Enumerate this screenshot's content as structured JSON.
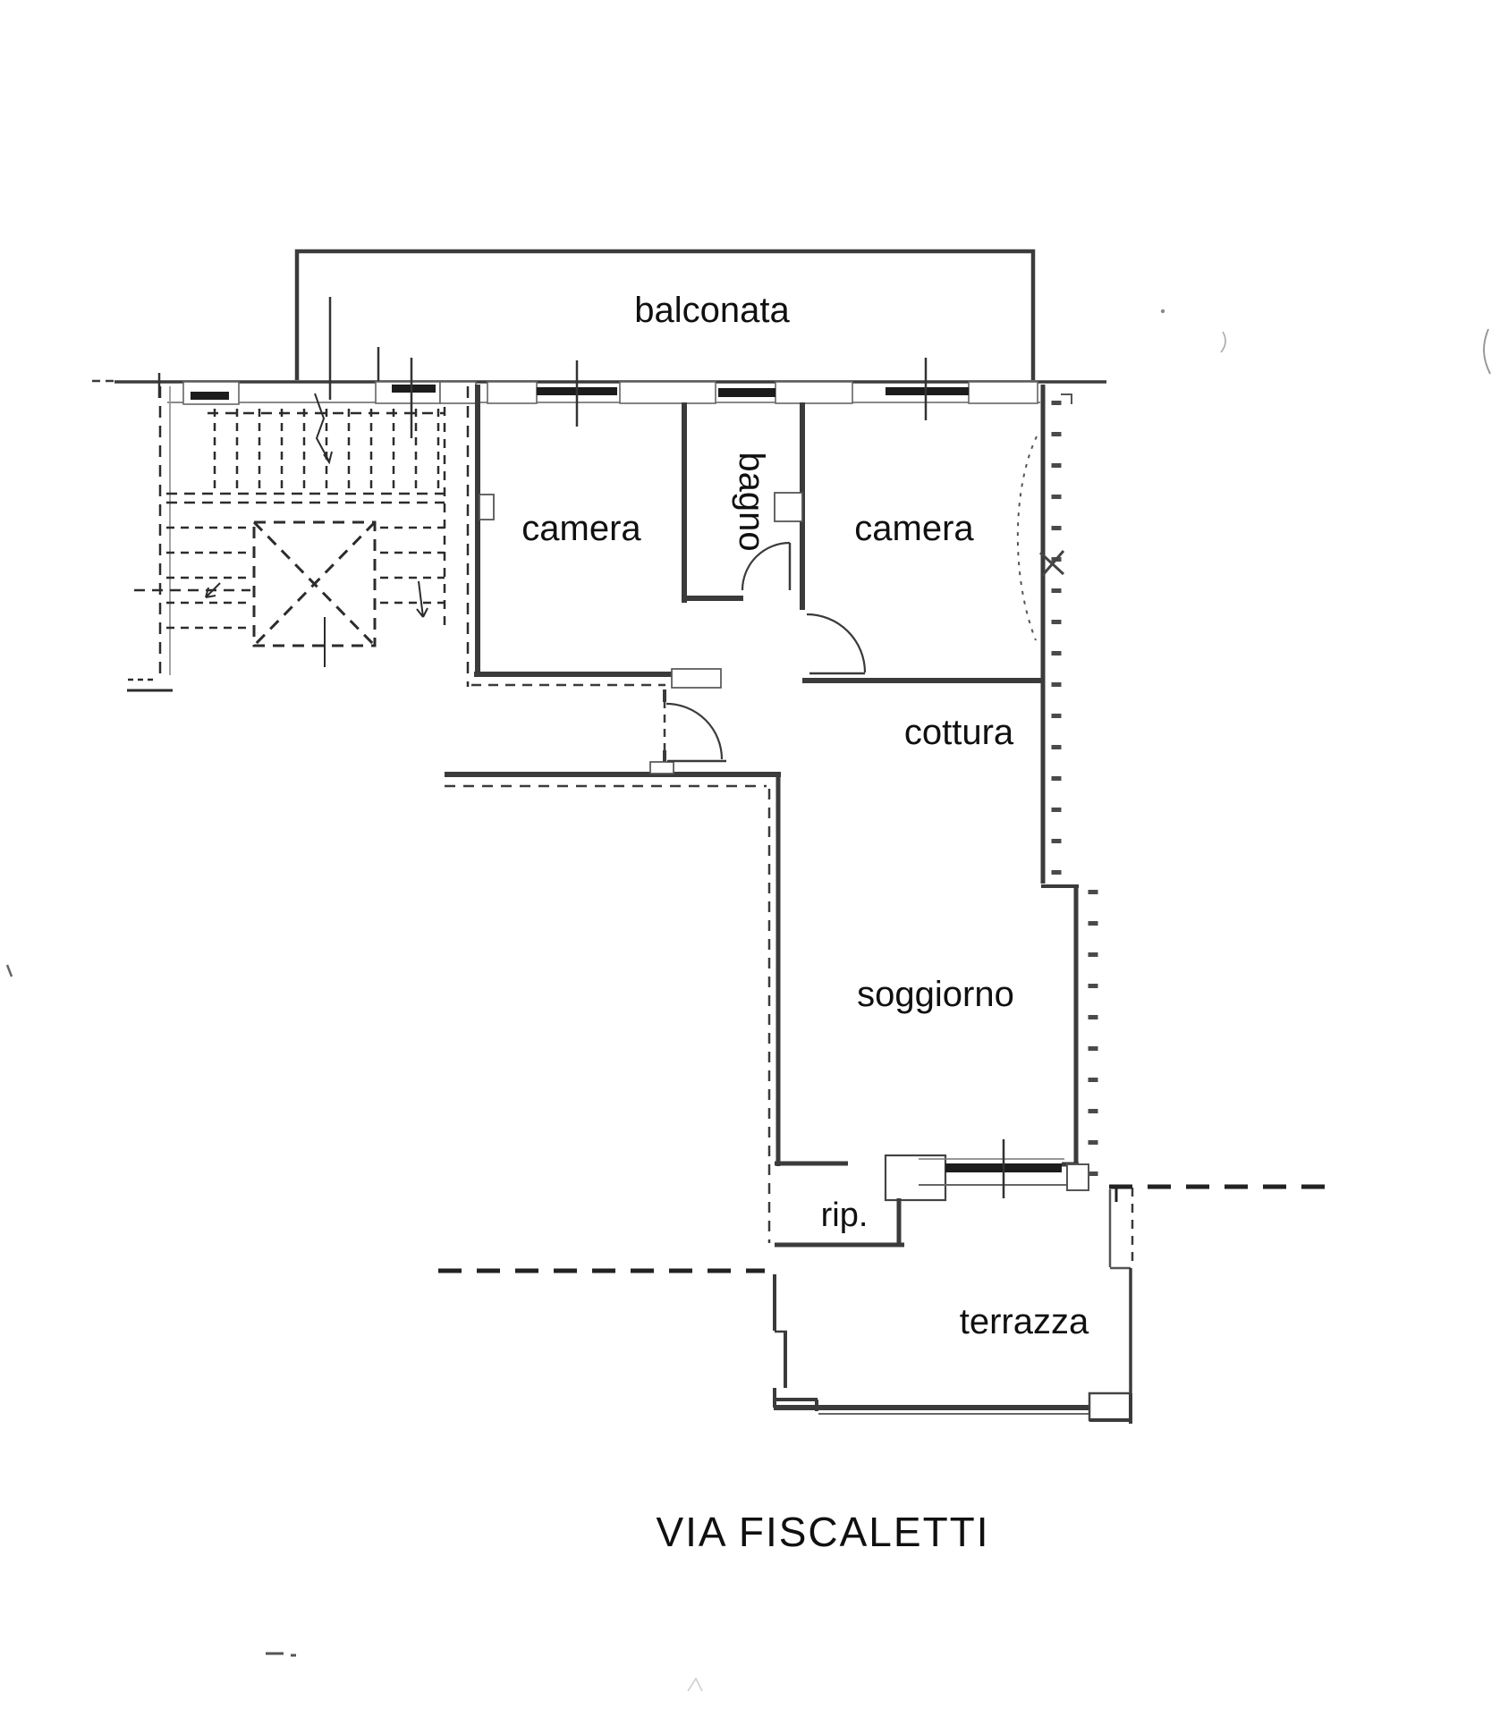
{
  "document_type": "floor-plan-scan",
  "labels": {
    "balconata": "balconata",
    "camera_left": "camera",
    "bagno": "bagno",
    "camera_right": "camera",
    "cottura": "cottura",
    "soggiorno": "soggiorno",
    "rip": "rip.",
    "terrazza": "terrazza",
    "street": "VIA FISCALETTI"
  },
  "colors": {
    "paper": "#ffffff",
    "wall_ink": "#3b3b3b",
    "dark_ink": "#1c1c1c",
    "label_ink": "#101010",
    "faint_ink": "#999999"
  }
}
